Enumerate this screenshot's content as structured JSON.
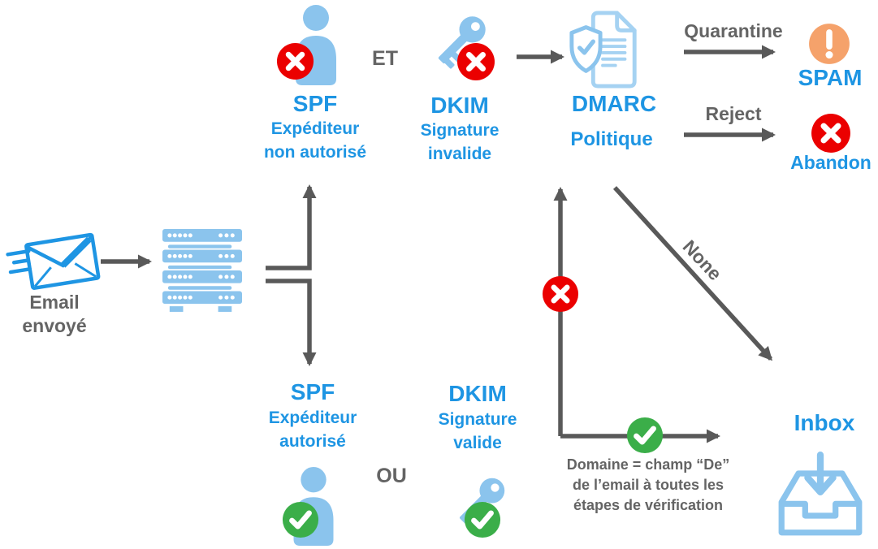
{
  "colors": {
    "blue_text": "#1E95E3",
    "icon_blue": "#8BC4ED",
    "icon_light_blue": "#A5D2F2",
    "arrow_gray": "#595959",
    "gray_text": "#646464",
    "error_red": "#EB0000",
    "success_green": "#3BAE49",
    "warning_orange": "#F5A26B"
  },
  "flow": {
    "email": {
      "label": "Email\nenvoyé"
    },
    "operators": {
      "and": "ET",
      "or": "OU"
    },
    "spf_fail": {
      "title": "SPF",
      "subtitle": "Expéditeur\nnon autorisé"
    },
    "dkim_fail": {
      "title": "DKIM",
      "subtitle": "Signature\ninvalide"
    },
    "dmarc": {
      "title": "DMARC",
      "subtitle": "Politique"
    },
    "outcomes": {
      "quarantine": {
        "action": "Quarantine",
        "result": "SPAM"
      },
      "reject": {
        "action": "Reject",
        "result": "Abandon"
      },
      "none": {
        "action": "None",
        "result": "Inbox"
      }
    },
    "spf_pass": {
      "title": "SPF",
      "subtitle": "Expéditeur\nautorisé"
    },
    "dkim_pass": {
      "title": "DKIM",
      "subtitle": "Signature\nvalide"
    },
    "note": "Domaine = champ “De”\nde l’email à toutes les\nétapes de vérification"
  },
  "icons": {
    "email": "sent-envelope-icon",
    "server": "mail-server-icon",
    "sender": "person-icon",
    "signature": "key-icon",
    "dmarc": "shield-document-icon",
    "spam": "warning-exclamation-badge",
    "fail": "red-cross-badge",
    "pass": "green-check-badge",
    "inbox": "inbox-tray-icon"
  }
}
